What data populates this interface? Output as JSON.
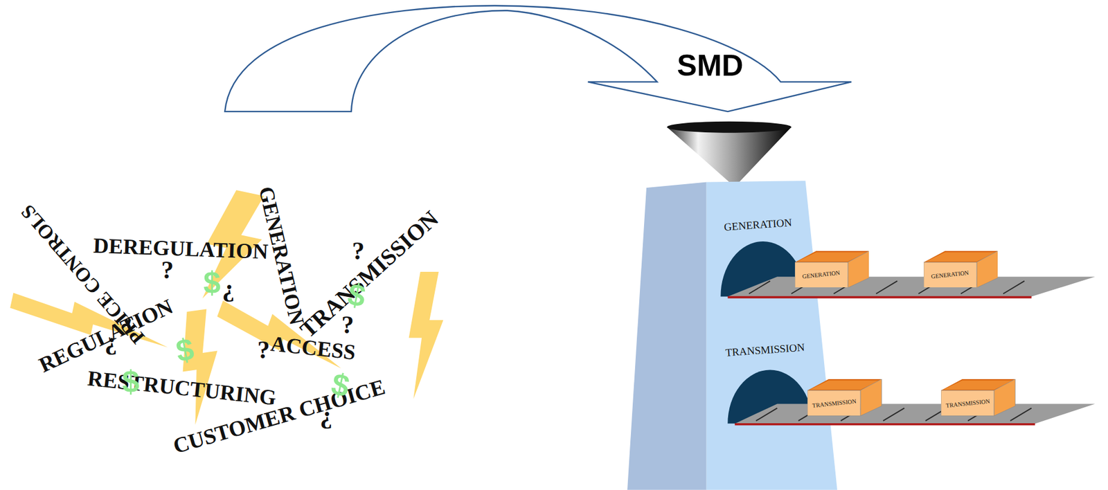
{
  "diagram": {
    "nodes": [
      {
        "text": [
          "GENERATION",
          "TRANSMISSION"
        ]
      },
      {
        "text": [
          "GENERATION"
        ]
      },
      {
        "text": [
          "GENERATION"
        ]
      },
      {
        "text": [
          "TRANSMISSION"
        ]
      },
      {
        "text": [
          "TRANSMISSION"
        ]
      }
    ],
    "labels": [
      "SMD",
      "PRICE CONTROLS",
      "DEREGULATION",
      "GENERATION",
      "TRANSMISSION",
      "REGULATION",
      "ACCESS",
      "RESTRUCTURING",
      "CUSTOMER CHOICE",
      "?",
      "?",
      "?",
      "?",
      "?",
      "?",
      "?",
      "$",
      "$",
      "$",
      "$",
      "$"
    ]
  }
}
